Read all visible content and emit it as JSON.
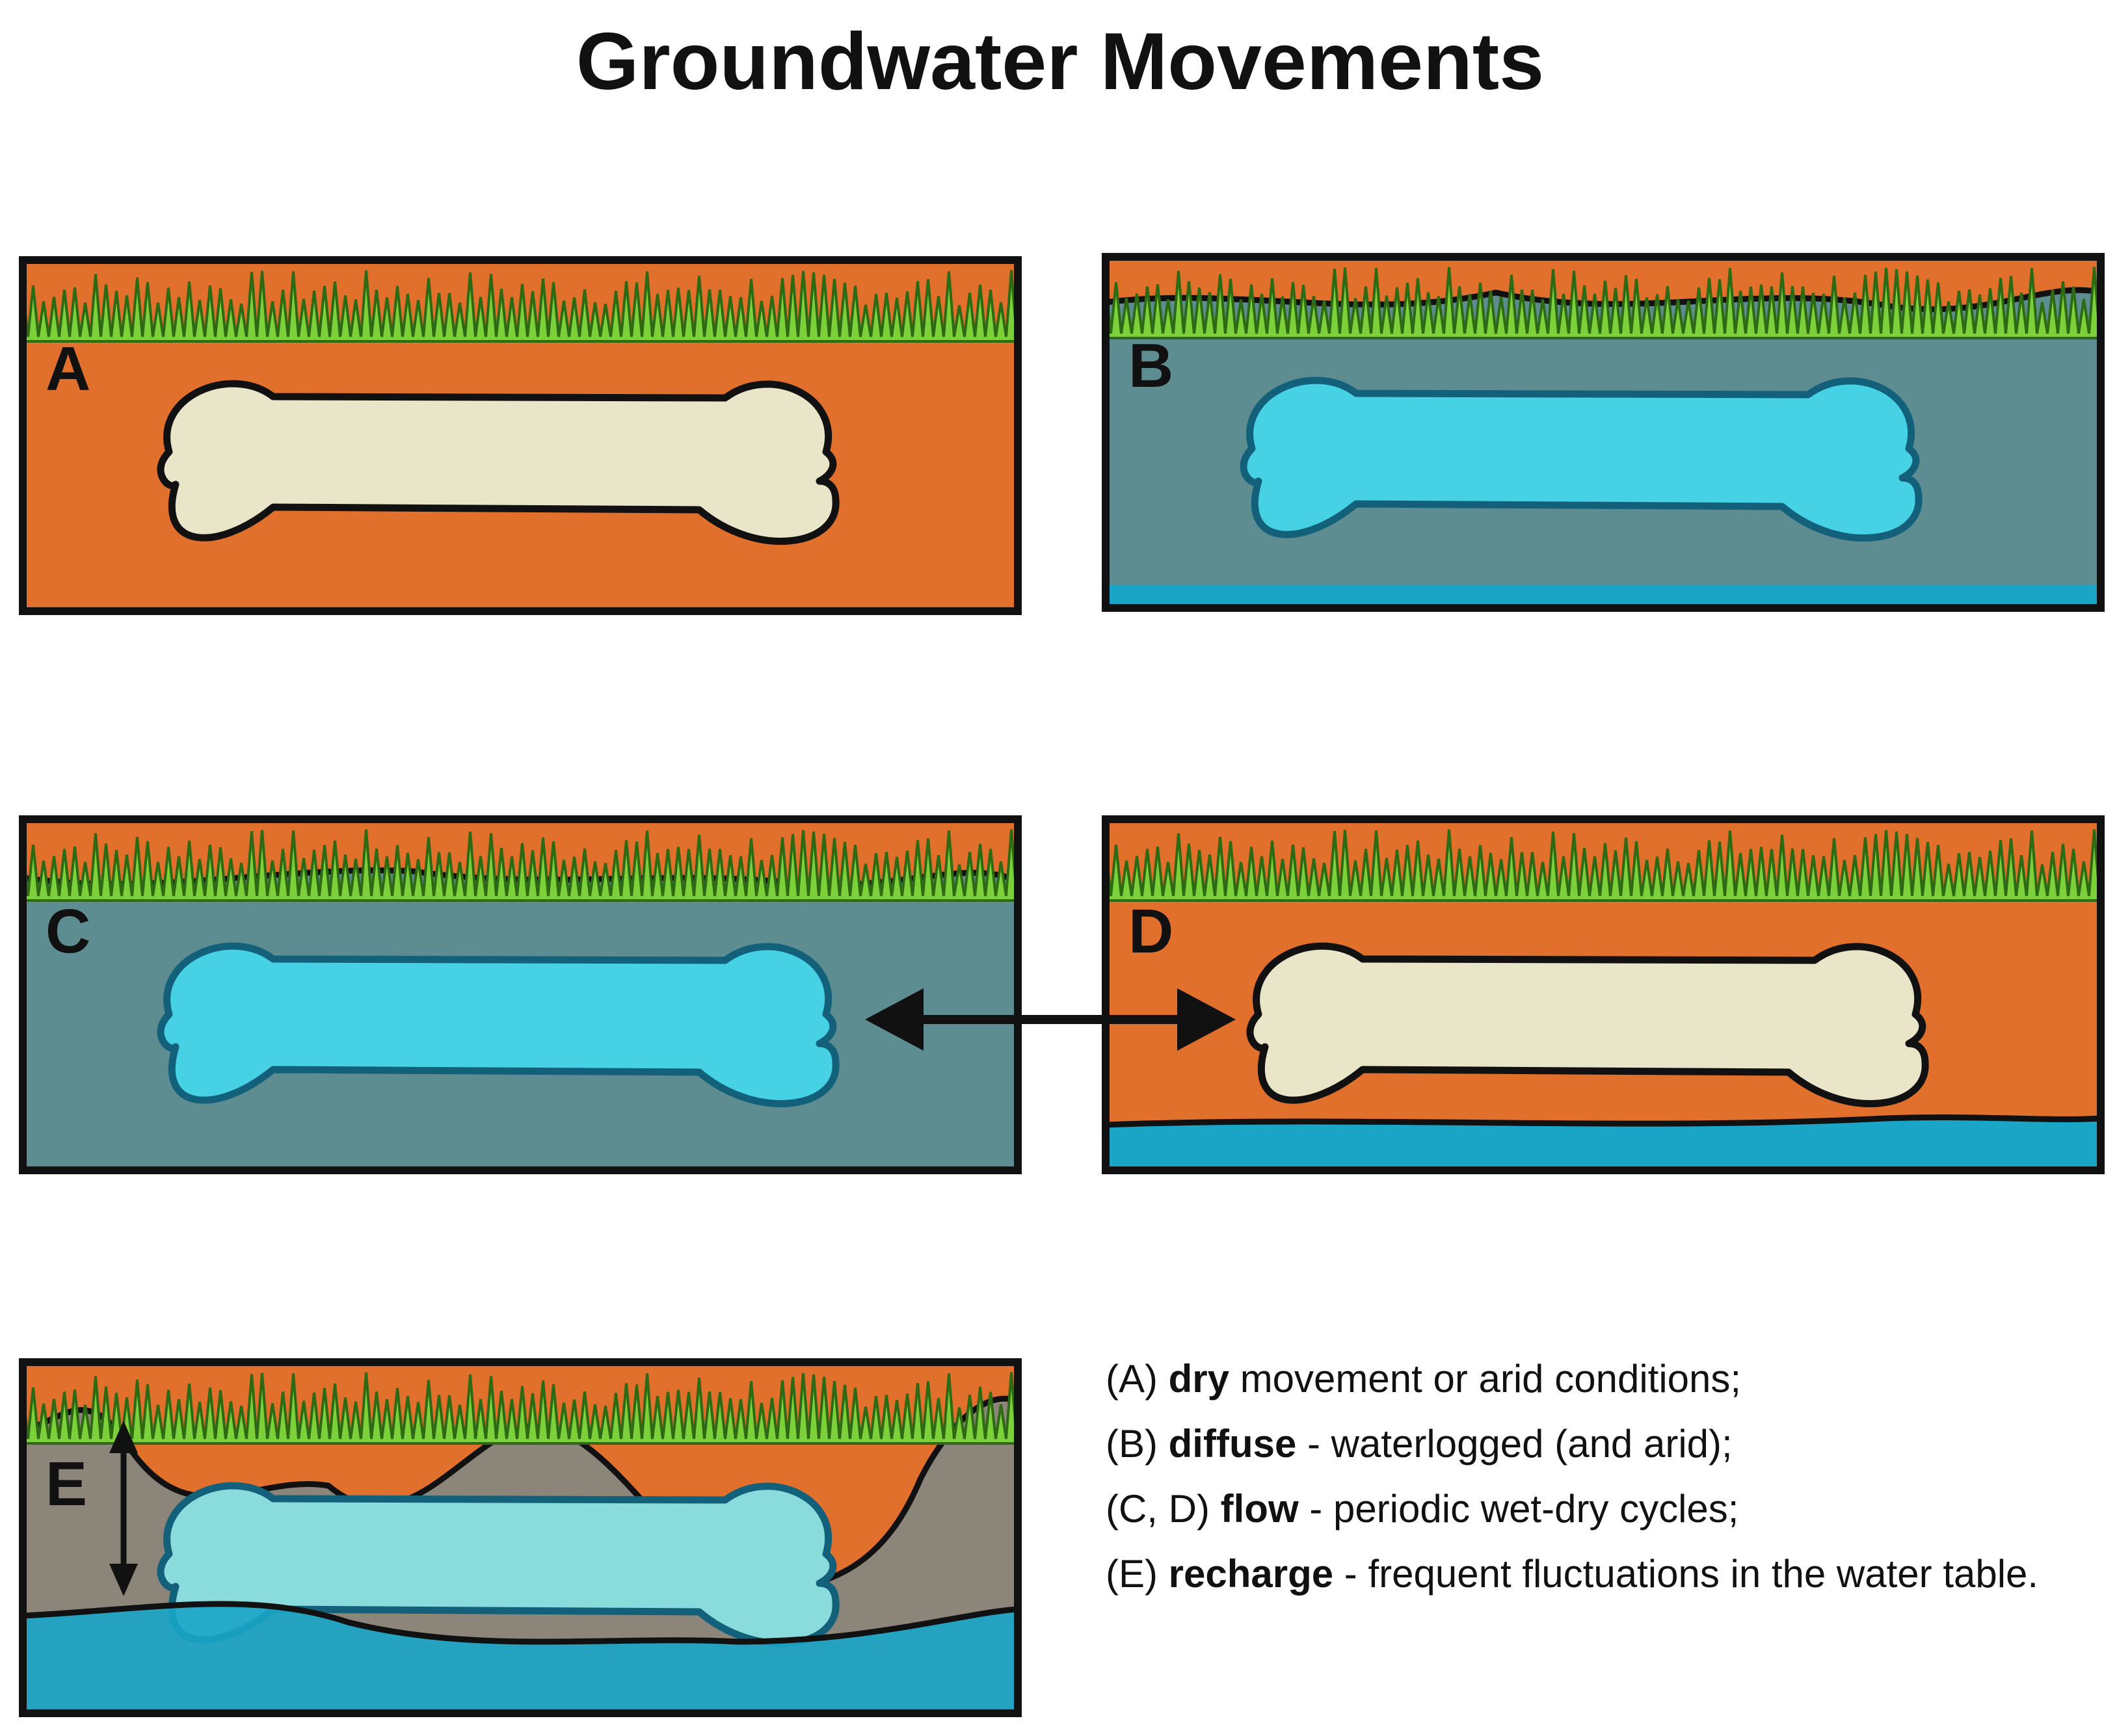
{
  "title": "Groundwater Movements",
  "colors": {
    "soil": "#E0702C",
    "grass_light": "#7CD13B",
    "grass_dark": "#2E6A14",
    "water_grey": "#5E8D91",
    "water_blue": "#1AA5C7",
    "mixed_zone": "#8C857A",
    "bone_dry": "#E8E5C9",
    "bone_wet": "#46D2E4",
    "bone_mixed": "#8ADCDC",
    "outline": "#111111"
  },
  "panels": [
    {
      "letter": "A",
      "condition": "dry"
    },
    {
      "letter": "B",
      "condition": "diffuse"
    },
    {
      "letter": "C",
      "condition": "flow-wet"
    },
    {
      "letter": "D",
      "condition": "flow-dry"
    },
    {
      "letter": "E",
      "condition": "recharge"
    }
  ],
  "legend": [
    {
      "prefix": "(A) ",
      "term": "dry",
      "rest": " movement or arid conditions;"
    },
    {
      "prefix": "(B) ",
      "term": "diffuse",
      "rest": " - waterlogged (and arid);"
    },
    {
      "prefix": "(C, D) ",
      "term": "flow",
      "rest": " - periodic wet-dry cycles;"
    },
    {
      "prefix": "(E) ",
      "term": "recharge",
      "rest": " - frequent fluctuations in the water table."
    }
  ]
}
